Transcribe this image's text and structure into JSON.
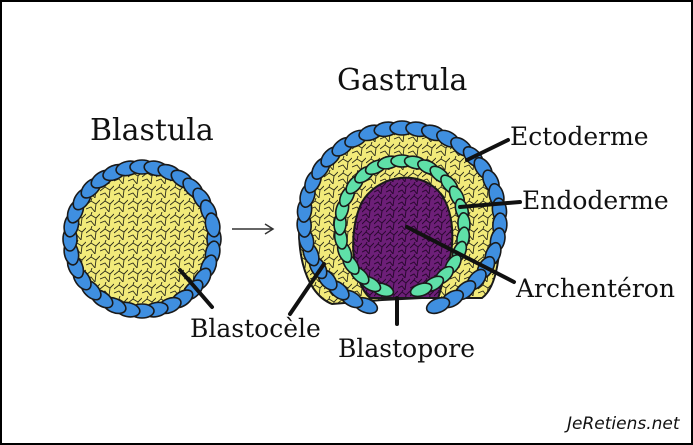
{
  "titles": {
    "blastula": "Blastula",
    "gastrula": "Gastrula"
  },
  "labels": {
    "blastocele": "Blastocèle",
    "ectoderme": "Ectoderme",
    "endoderme": "Endoderme",
    "archenteron": "Archentéron",
    "blastopore": "Blastopore"
  },
  "credit": "JeRetiens.net",
  "colors": {
    "ectoderm_blue": "#3f8fe0",
    "yolk_yellow": "#f2ea7a",
    "endoderm_green": "#5fe0a8",
    "archenteron_purple": "#6d1f78",
    "outline": "#1a1a1a"
  }
}
